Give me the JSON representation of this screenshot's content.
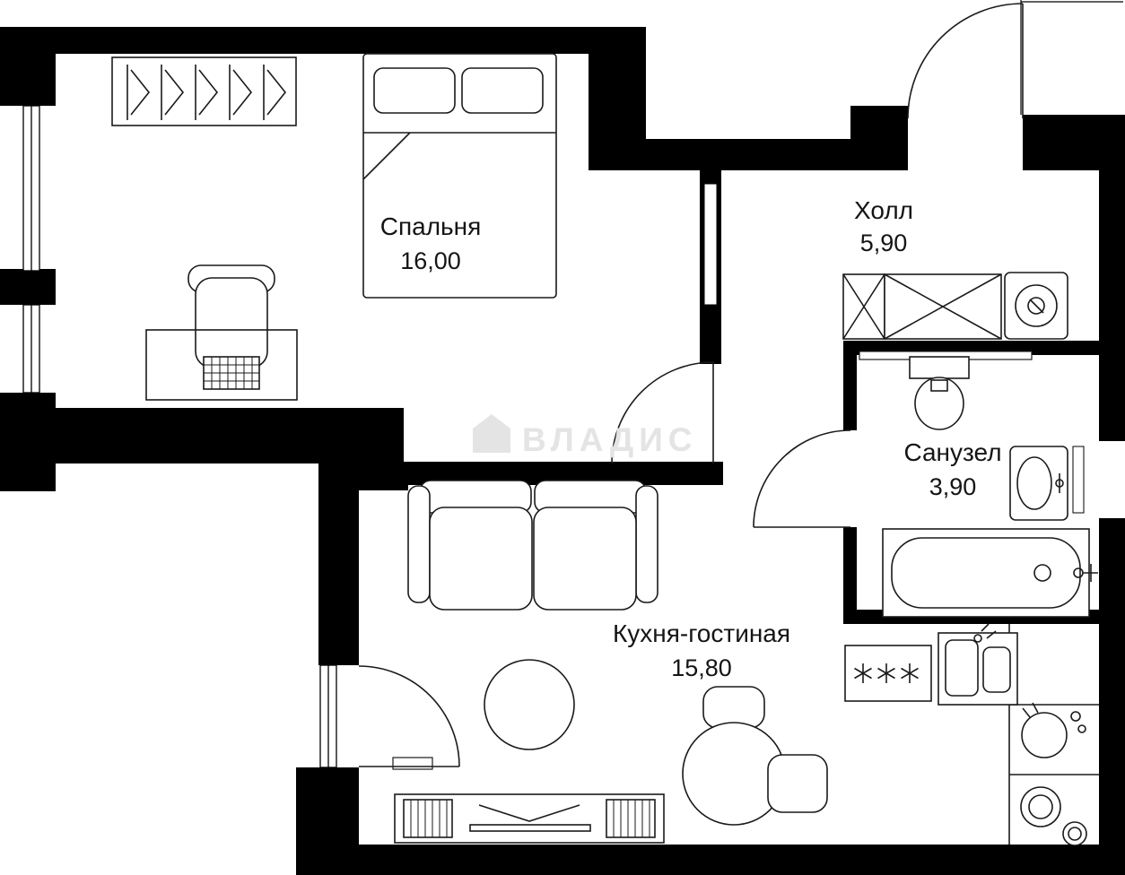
{
  "plan": {
    "title": "apartment-floor-plan",
    "watermark": {
      "text": "ВЛАДИС",
      "icon": "house-icon",
      "color": "#e4e4e4"
    },
    "rooms": [
      {
        "id": "bedroom",
        "name": "Спальня",
        "area": "16,00"
      },
      {
        "id": "hall",
        "name": "Холл",
        "area": "5,90"
      },
      {
        "id": "bathroom",
        "name": "Санузел",
        "area": "3,90"
      },
      {
        "id": "kitchen-living",
        "name": "Кухня-гостиная",
        "area": "15,80"
      }
    ],
    "colors": {
      "wall": "#000000",
      "line": "#1a1a1a",
      "background": "#ffffff"
    },
    "furniture_icons": [
      "hanger-wardrobe-icon",
      "double-bed-icon",
      "desk-icon",
      "office-chair-icon",
      "entrance-door-icon",
      "closet-x-icon",
      "washing-machine-icon",
      "toilet-icon",
      "washbasin-icon",
      "bathtub-icon",
      "sofa-icon",
      "round-table-icon",
      "dining-table-icon",
      "chair-icon",
      "tv-stand-icon",
      "hob-burners-icon",
      "kitchen-sink-icon",
      "oven-burners-icon",
      "balcony-door-icon",
      "window-icon"
    ]
  }
}
